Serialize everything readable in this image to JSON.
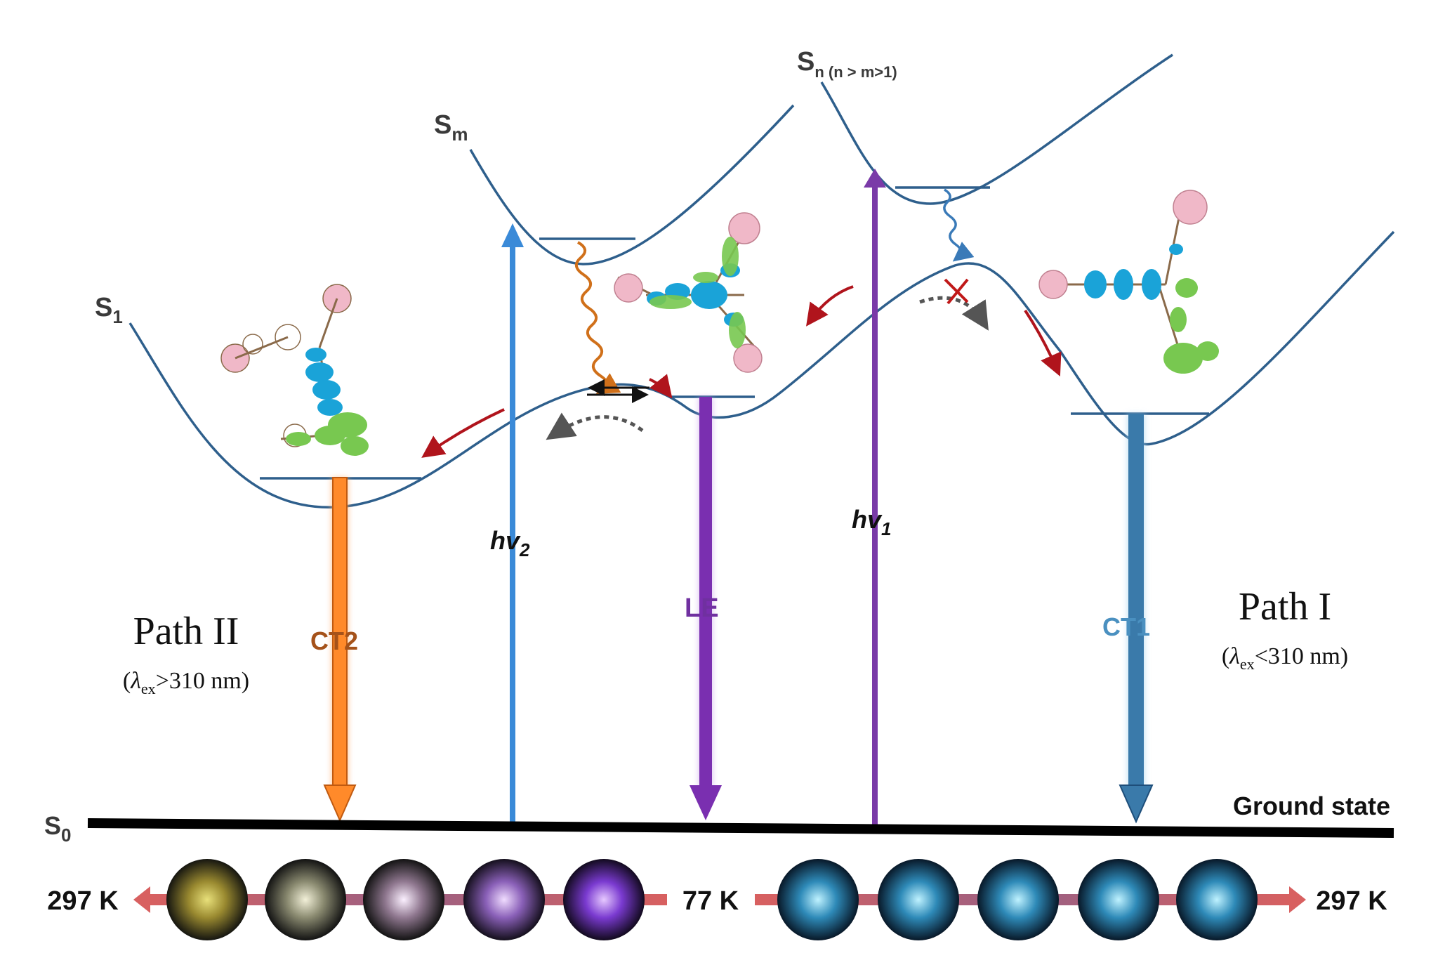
{
  "states": {
    "s1": {
      "main": "S",
      "sub": "1"
    },
    "sm": {
      "main": "S",
      "sub": "m"
    },
    "sn": {
      "main": "S",
      "sub": "n (n > m>1)"
    },
    "s0": {
      "main": "S",
      "sub": "0"
    },
    "ground": "Ground state"
  },
  "excitations": {
    "hv1": {
      "main": "hv",
      "sub": "1"
    },
    "hv2": {
      "main": "hv",
      "sub": "2"
    }
  },
  "emissions": {
    "ct2": {
      "label": "CT2",
      "color": "#a5521a"
    },
    "le": {
      "label": "LE",
      "color": "#7030a0"
    },
    "ct1": {
      "label": "CT1",
      "color": "#4a90c0"
    }
  },
  "paths": {
    "path2": {
      "title": "Path II",
      "cond_open": "(",
      "lambda": "λ",
      "cond_sub": "ex",
      "cond_rest": ">310 nm)"
    },
    "path1": {
      "title": "Path I",
      "cond_open": "(",
      "lambda": "λ",
      "cond_sub": "ex",
      "cond_rest": "<310 nm)"
    }
  },
  "temperatures": {
    "left": "297 K",
    "center": "77 K",
    "right": "297 K"
  },
  "colors": {
    "curve": "#2e5f8c",
    "hv1": "#7a3aa8",
    "hv2": "#3a8ad8",
    "ct2_arrow": "#ff8a2a",
    "le_arrow": "#7a2fb0",
    "ct1_arrow": "#3a7aaa",
    "relax_arrow": "#b0141c",
    "ground": "#000000"
  },
  "icons": [
    "molecule-ct2-icon",
    "molecule-le-icon",
    "molecule-ct1-icon",
    "sample-photo-icon"
  ]
}
